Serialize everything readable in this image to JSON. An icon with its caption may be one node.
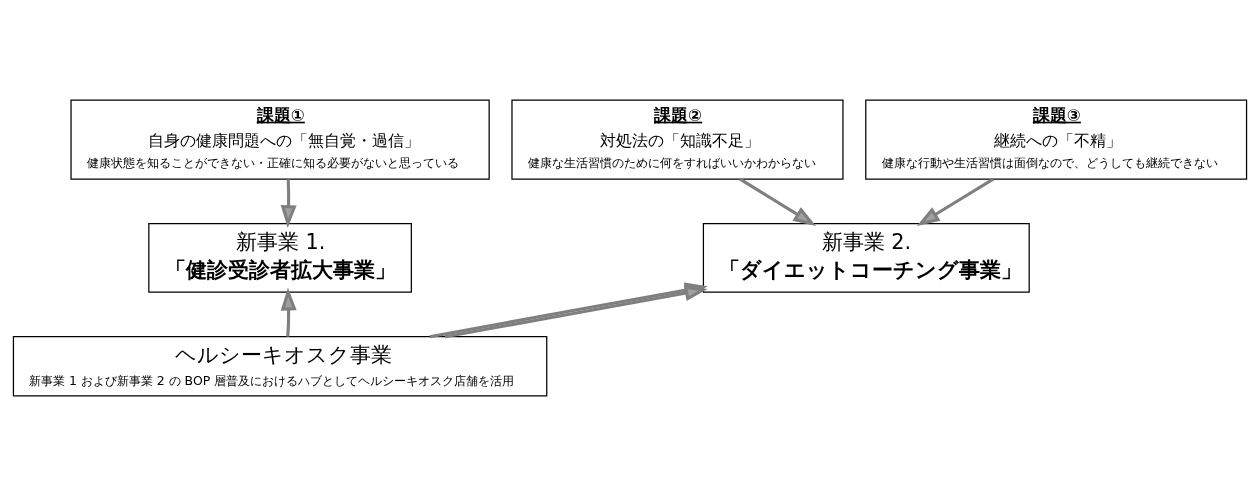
{
  "diagram": {
    "nodes": [
      {
        "text": [
          "課題①",
          "自身の健康問題への「無自覚・過信」",
          "健康状態を知ることができない・正確に知る必要がないと思っている"
        ]
      },
      {
        "text": [
          "課題②",
          "対処法の「知識不足」",
          "健康な生活習慣のために何をすればいいかわからない"
        ]
      },
      {
        "text": [
          "課題③",
          "継続への「不精」",
          "健康な行動や生活習慣は面倒なので、どうしても継続できない"
        ]
      },
      {
        "text": [
          "新事業 1.",
          "「健診受診者拡大事業」"
        ]
      },
      {
        "text": [
          "新事業 2.",
          "「ダイエットコーチング事業」"
        ]
      },
      {
        "text": [
          "ヘルシーキオスク事業",
          "新事業 1 および新事業 2 の BOP 層普及におけるハブとしてヘルシーキオスク店舗を活用"
        ]
      }
    ],
    "edges": [
      {
        "from": 0,
        "to": 3,
        "arrow": "to"
      },
      {
        "from": 1,
        "to": 4,
        "arrow": "to"
      },
      {
        "from": 2,
        "to": 4,
        "arrow": "to"
      },
      {
        "from": 5,
        "to": 3,
        "arrow": "to"
      },
      {
        "from": 5,
        "to": 4,
        "arrow": "to"
      },
      {
        "from": 5,
        "to": 4,
        "arrow": "to"
      }
    ]
  }
}
